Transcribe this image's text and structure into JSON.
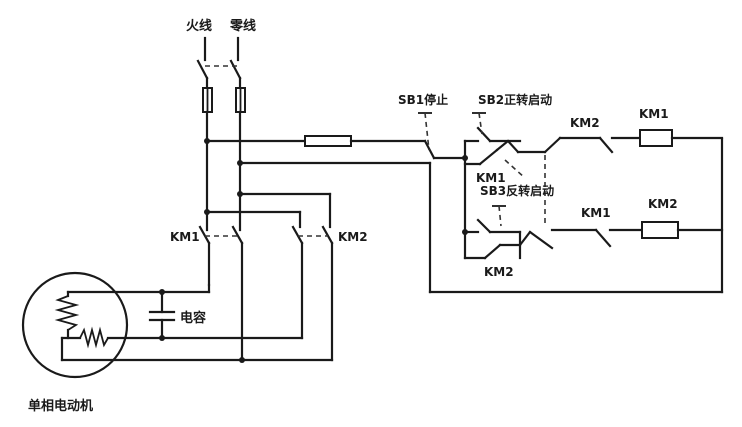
{
  "labels": {
    "live_wire": "火线",
    "neutral_wire": "零线",
    "sb1": "SB1停止",
    "sb2": "SB2正转启动",
    "sb3": "SB3反转启动",
    "km1_main": "KM1",
    "km2_main": "KM2",
    "km1_interlock": "KM1",
    "km2_interlock": "KM2",
    "km2_ctrl_contact": "KM2",
    "km1_coil": "KM1",
    "km1_ctrl_contact": "KM1",
    "km2_coil": "KM2",
    "capacitor": "电容",
    "motor": "单相电动机"
  }
}
